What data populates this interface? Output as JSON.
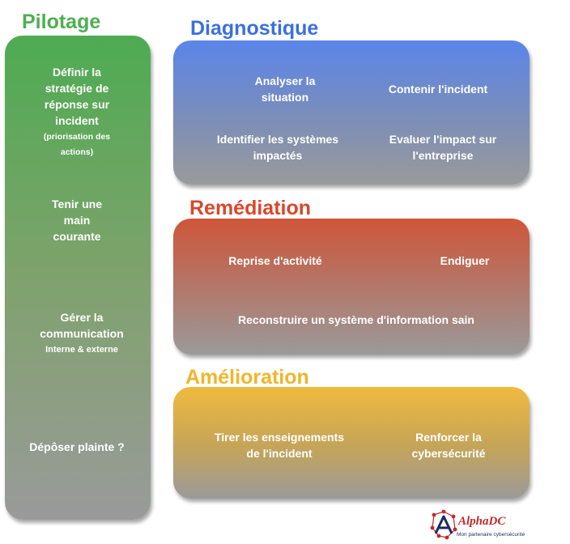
{
  "pilotage": {
    "title": "Pilotage",
    "color": "#4caf50",
    "items": [
      {
        "lines": [
          "Définir la",
          "stratégie de",
          "réponse sur",
          "incident"
        ],
        "small_lines": [
          "(priorisation des",
          "actions)"
        ]
      },
      {
        "lines": [
          "Tenir une",
          "main",
          "courante"
        ]
      },
      {
        "lines": [
          "Gérer la",
          "communication"
        ],
        "sub": "Interne & externe"
      },
      {
        "lines": [
          "Dépôser plainte ?"
        ]
      }
    ]
  },
  "diagnostique": {
    "title": "Diagnostique",
    "color": "#3b6fe0",
    "items": [
      {
        "lines": [
          "Analyser la",
          "situation"
        ]
      },
      {
        "lines": [
          "Contenir l'incident"
        ]
      },
      {
        "lines": [
          "Identifier les systèmes",
          "impactés"
        ]
      },
      {
        "lines": [
          "Evaluer l'impact sur",
          "l'entreprise"
        ]
      }
    ]
  },
  "remediation": {
    "title": "Remédiation",
    "color": "#d9472b",
    "items": [
      {
        "lines": [
          "Reprise d'activité"
        ]
      },
      {
        "lines": [
          "Endiguer"
        ]
      },
      {
        "lines": [
          "Reconstruire un système d'information sain"
        ]
      }
    ]
  },
  "amelioration": {
    "title": "Amélioration",
    "color": "#f1b52a",
    "items": [
      {
        "lines": [
          "Tirer les enseignements",
          "de l'incident"
        ]
      },
      {
        "lines": [
          "Renforcer la",
          "cybersécurité"
        ]
      }
    ]
  },
  "logo": {
    "name": "AlphaDC",
    "tagline": "Mon partenaire cybersécurité",
    "color": "#c0292b"
  }
}
